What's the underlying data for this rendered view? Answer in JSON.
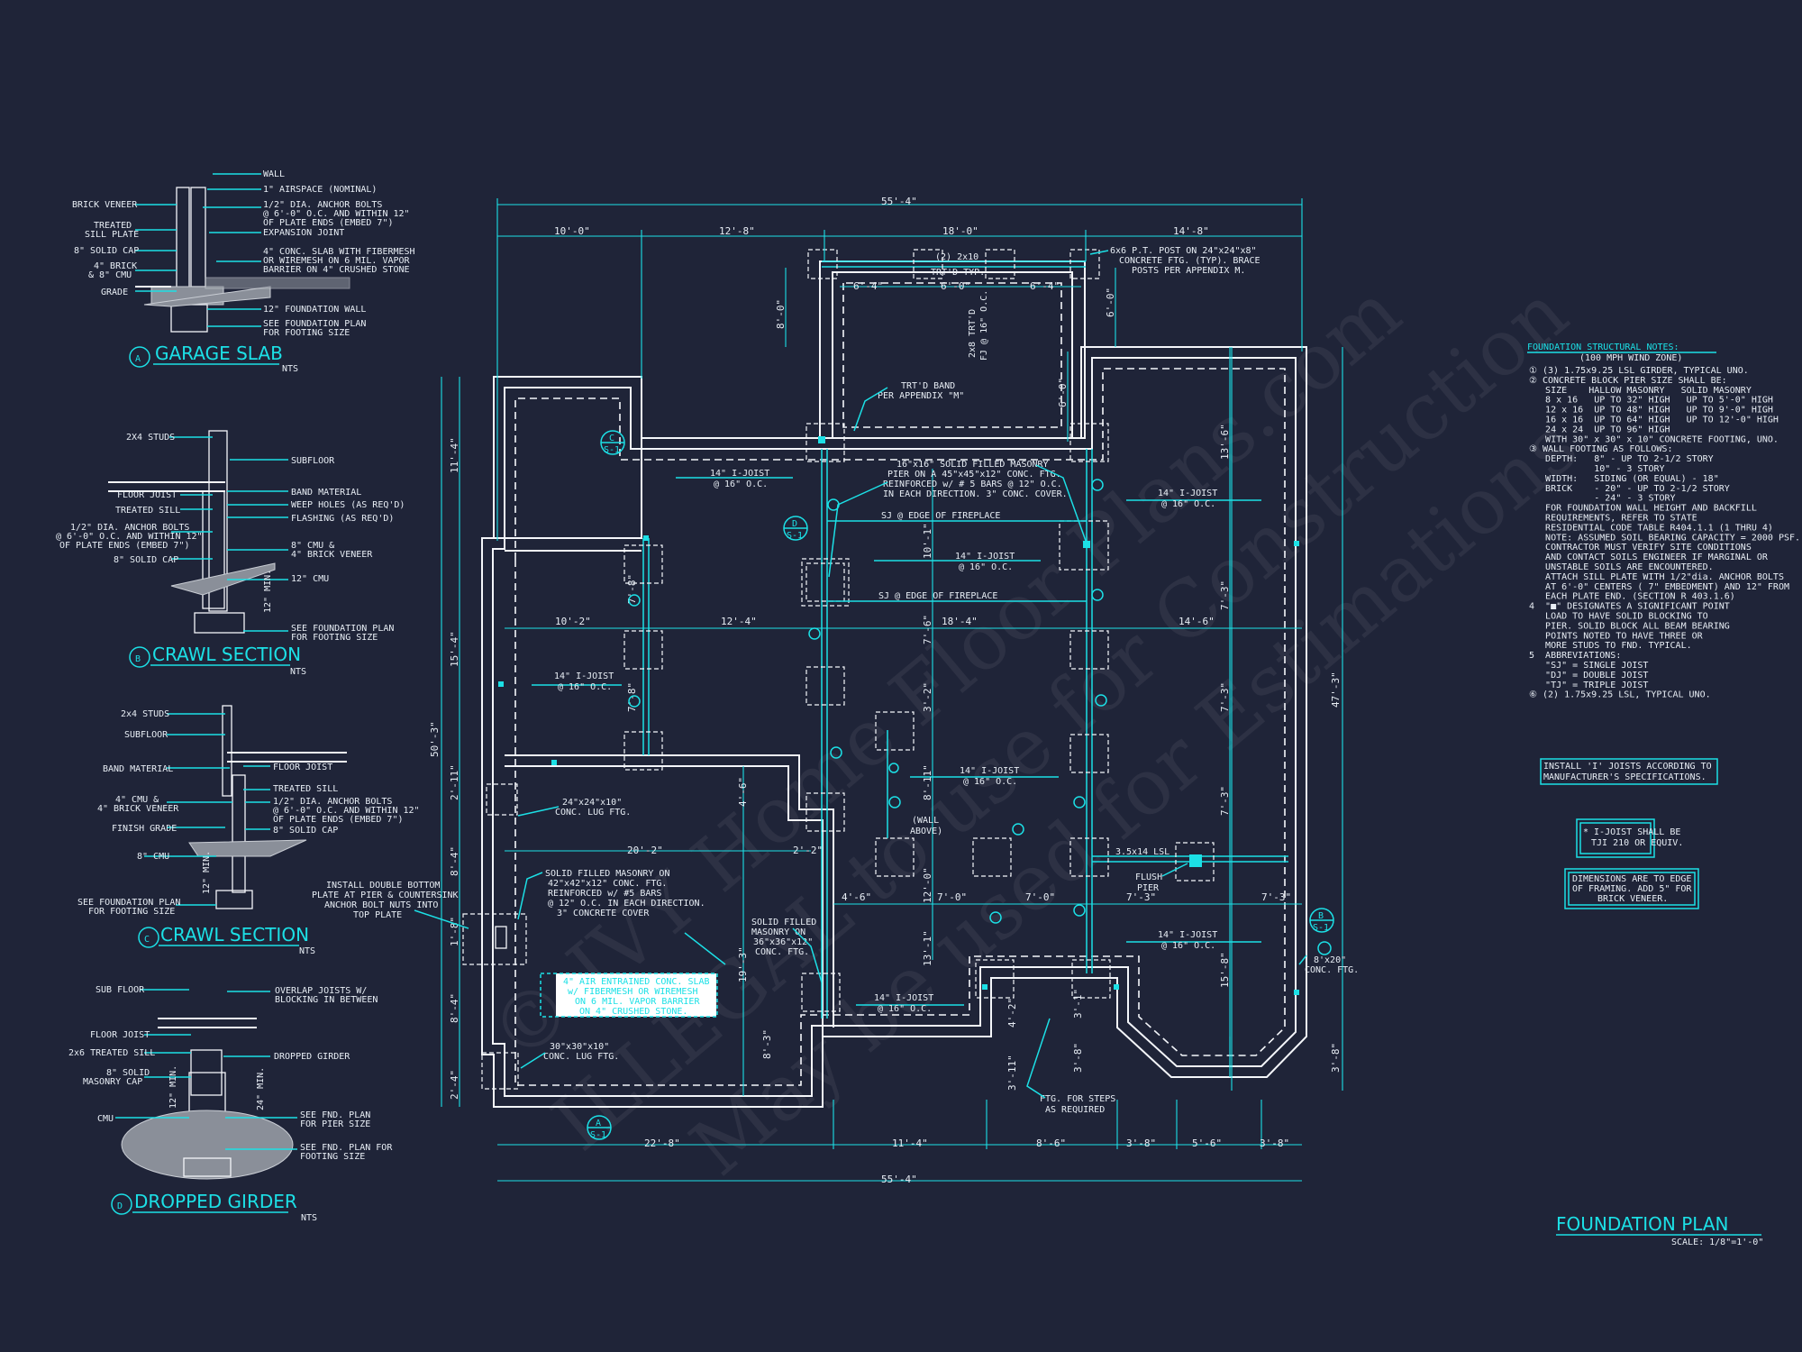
{
  "watermark": {
    "line1": "© IVY Home Floor Plans.com",
    "line2": "ILLEGAL to use for Construction",
    "line3": "May be used for Estimations"
  },
  "details": {
    "garage": {
      "marker": "A",
      "title": "GARAGE SLAB",
      "scale": "NTS",
      "labels": [
        "WALL",
        "1\" AIRSPACE (NOMINAL)",
        "1/2\" DIA. ANCHOR BOLTS",
        "@ 6'-0\" O.C. AND WITHIN 12\"",
        "OF PLATE ENDS (EMBED 7\")",
        "EXPANSION JOINT",
        "4\" CONC. SLAB WITH FIBERMESH",
        "OR WIREMESH ON 6 MIL. VAPOR",
        "BARRIER ON 4\" CRUSHED STONE",
        "12\" FOUNDATION WALL",
        "SEE FOUNDATION PLAN",
        "FOR FOOTING SIZE",
        "BRICK VENEER",
        "TREATED",
        "SILL PLATE",
        "8\" SOLID CAP",
        "4\" BRICK",
        "& 8\" CMU",
        "GRADE"
      ]
    },
    "crawlB": {
      "marker": "B",
      "title": "CRAWL SECTION",
      "scale": "NTS",
      "labels": [
        "2X4 STUDS",
        "SUBFLOOR",
        "FLOOR JOIST",
        "TREATED SILL",
        "BAND MATERIAL",
        "WEEP HOLES (AS REQ'D)",
        "FLASHING (AS REQ'D)",
        "1/2\" DIA. ANCHOR BOLTS",
        "@ 6'-0\" O.C. AND WITHIN 12\"",
        "OF PLATE ENDS (EMBED 7\")",
        "8\" SOLID CAP",
        "8\" CMU &",
        "4\" BRICK VENEER",
        "12\" CMU",
        "12\" MIN.",
        "SEE FOUNDATION PLAN",
        "FOR FOOTING SIZE"
      ]
    },
    "crawlC": {
      "marker": "C",
      "title": "CRAWL SECTION",
      "scale": "NTS",
      "labels": [
        "2x4 STUDS",
        "SUBFLOOR",
        "BAND MATERIAL",
        "FLOOR JOIST",
        "TREATED SILL",
        "1/2\" DIA. ANCHOR BOLTS",
        "@ 6'-0\" O.C. AND WITHIN 12\"",
        "OF PLATE ENDS (EMBED 7\")",
        "4\" CMU &",
        "4\" BRICK VENEER",
        "8\" SOLID CAP",
        "FINISH GRADE",
        "8\" CMU",
        "12\" MIN.",
        "SEE FOUNDATION PLAN",
        "FOR FOOTING SIZE"
      ]
    },
    "girder": {
      "marker": "D",
      "title": "DROPPED GIRDER",
      "scale": "NTS",
      "labels": [
        "SUB FLOOR",
        "OVERLAP JOISTS W/",
        "BLOCKING IN BETWEEN",
        "FLOOR JOIST",
        "2x6 TREATED SILL",
        "DROPPED GIRDER",
        "8\" SOLID",
        "MASONRY CAP",
        "CMU",
        "12\" MIN.",
        "24\" MIN.",
        "SEE FND. PLAN",
        "FOR PIER SIZE",
        "SEE FND. PLAN FOR",
        "FOOTING SIZE"
      ]
    }
  },
  "plan": {
    "overall_width": "55'-4\"",
    "overall_depth": "50'-3\"",
    "right_depth": "47'-3\"",
    "top_dims": [
      "10'-0\"",
      "12'-8\"",
      "18'-0\"",
      "14'-8\""
    ],
    "porch_dims": [
      "6'-4\"",
      "6'-0\"",
      "6'-4\""
    ],
    "bottom_dims": [
      "22'-8\"",
      "11'-4\"",
      "8'-6\"",
      "3'-8\"",
      "5'-6\"",
      "3'-8\""
    ],
    "left_dims": [
      "11'-4\"",
      "15'-4\"",
      "2'-11\"",
      "8'-4\"",
      "1'-8\"",
      "8'-4\"",
      "2'-4\""
    ],
    "right_dims": [
      "13'-6\"",
      "7'-3\"",
      "7'-3\"",
      "7'-3\"",
      "15'-8\"",
      "3'-8\""
    ],
    "inner_dims": [
      "10'-2\"",
      "12'-4\"",
      "18'-4\"",
      "14'-6\"",
      "20'-2\"",
      "2'-2\"",
      "4'-6\"",
      "7'-0\"",
      "7'-0\"",
      "7'-3\"",
      "7'-3\""
    ],
    "vert_inner_dims": [
      "8'-0\"",
      "6'-0\"",
      "6'-0\"",
      "7'-8\"",
      "7'-8\"",
      "10'-1\"",
      "7'-6\"",
      "3'-2\"",
      "8'-11\"",
      "12'-0\"",
      "13'-1\"",
      "4'-6\"",
      "19'-3\"",
      "8'-3\"",
      "4'-2\"",
      "3'-11\"",
      "3'-1\"",
      "3'-8\""
    ],
    "notes": {
      "beam": "(2) 2x10",
      "beam2": "TRT'D TYP.",
      "post1": "6x6 P.T. POST ON 24\"x24\"x8\"",
      "post2": "CONCRETE FTG. (TYP). BRACE",
      "post3": "POSTS PER APPENDIX M.",
      "band1": "TRT'D BAND",
      "band2": "PER APPENDIX \"M\"",
      "trtd": "2x8 TRT'D",
      "trtd2": "FJ @ 16\" O.C.",
      "joist": "14\" I-JOIST",
      "oc": "@ 16\" O.C.",
      "pier1": "16\"x16\" SOLID FILLED MASONRY",
      "pier2": "PIER ON A 45\"x45\"x12\" CONC. FTG.",
      "pier3": "REINFORCED w/ # 5 BARS @ 12\" O.C.",
      "pier4": "IN EACH DIRECTION. 3\" CONC. COVER.",
      "fireplace": "SJ @ EDGE OF FIREPLACE",
      "lug1": "24\"x24\"x10\"",
      "lug2": "CONC. LUG FTG.",
      "lug3": "30\"x30\"x10\"",
      "install1": "INSTALL DOUBLE BOTTOM",
      "install2": "PLATE AT PIER & COUNTERSINK",
      "install3": "ANCHOR BOLT NUTS INTO",
      "install4": "TOP PLATE",
      "solid1": "SOLID FILLED MASONRY ON",
      "solid2": "42\"x42\"x12\" CONC. FTG.",
      "solid3": "REINFORCED w/ #5 BARS",
      "solid4": "@ 12\" O.C. IN EACH DIRECTION.",
      "solid5": "3\" CONCRETE COVER",
      "solidb1": "SOLID FILLED",
      "solidb2": "MASONRY ON",
      "solidb3": "36\"x36\"x12\"",
      "solidb4": "CONC. FTG.",
      "slab1": "4\" AIR ENTRAINED CONC. SLAB",
      "slab2": "w/ FIBERMESH OR WIREMESH",
      "slab3": "ON 6 MIL. VAPOR BARRIER",
      "slab4": "ON 4\" CRUSHED STONE.",
      "wall1": "(WALL",
      "wall2": "ABOVE)",
      "lsl": "3.5x14 LSL",
      "flush1": "FLUSH",
      "flush2": "PIER",
      "steps1": "FTG. FOR STEPS",
      "steps2": "AS REQUIRED",
      "ftg1": "8'x20\"",
      "ftg2": "CONC. FTG."
    }
  },
  "structural_notes": {
    "title": "FOUNDATION STRUCTURAL NOTES:",
    "subtitle": "(100 MPH WIND ZONE)",
    "lines": [
      "① (3) 1.75x9.25 LSL GIRDER, TYPICAL UNO.",
      "② CONCRETE BLOCK PIER SIZE SHALL BE:",
      "   SIZE    HALLOW MASONRY   SOLID MASONRY",
      "   8 x 16   UP TO 32\" HIGH   UP TO 5'-0\" HIGH",
      "   12 x 16  UP TO 48\" HIGH   UP TO 9'-0\" HIGH",
      "   16 x 16  UP TO 64\" HIGH   UP TO 12'-0\" HIGH",
      "   24 x 24  UP TO 96\" HIGH",
      "   WITH 30\" x 30\" x 10\" CONCRETE FOOTING, UNO.",
      "③ WALL FOOTING AS FOLLOWS:",
      "   DEPTH:   8\" - UP TO 2-1/2 STORY",
      "            10\" - 3 STORY",
      "   WIDTH:   SIDING (OR EQUAL) - 18\"",
      "   BRICK    - 20\" - UP TO 2-1/2 STORY",
      "            - 24\" - 3 STORY",
      "   FOR FOUNDATION WALL HEIGHT AND BACKFILL",
      "   REQUIREMENTS, REFER TO STATE",
      "   RESIDENTIAL CODE TABLE R404.1.1 (1 THRU 4)",
      "   NOTE: ASSUMED SOIL BEARING CAPACITY = 2000 PSF.",
      "   CONTRACTOR MUST VERIFY SITE CONDITIONS",
      "   AND CONTACT SOILS ENGINEER IF MARGINAL OR",
      "   UNSTABLE SOILS ARE ENCOUNTERED.",
      "   ATTACH SILL PLATE WITH 1/2\"dia. ANCHOR BOLTS",
      "   AT 6'-0\" CENTERS ( 7\" EMBEDMENT) AND 12\" FROM",
      "   EACH PLATE END. (SECTION R 403.1.6)",
      "4  \"■\" DESIGNATES A SIGNIFICANT POINT",
      "   LOAD TO HAVE SOLID BLOCKING TO",
      "   PIER. SOLID BLOCK ALL BEAM BEARING",
      "   POINTS NOTED TO HAVE THREE OR",
      "   MORE STUDS TO FND. TYPICAL.",
      "5  ABBREVIATIONS:",
      "   \"SJ\" = SINGLE JOIST",
      "   \"DJ\" = DOUBLE JOIST",
      "   \"TJ\" = TRIPLE JOIST",
      "⑥ (2) 1.75x9.25 LSL, TYPICAL UNO."
    ],
    "box1": [
      "INSTALL 'I' JOISTS ACCORDING TO",
      "MANUFACTURER'S SPECIFICATIONS."
    ],
    "box2": [
      "* I-JOIST SHALL BE",
      "TJI 210 OR EQUIV."
    ],
    "box3": [
      "DIMENSIONS ARE TO EDGE",
      "OF FRAMING. ADD 5\" FOR",
      "BRICK VENEER."
    ]
  },
  "title_block": {
    "title": "FOUNDATION PLAN",
    "scale": "SCALE: 1/8\"=1'-0\""
  },
  "section_markers": [
    {
      "letter": "C",
      "sheet": "S-1"
    },
    {
      "letter": "D",
      "sheet": "S-1"
    },
    {
      "letter": "B",
      "sheet": "S-1"
    },
    {
      "letter": "A",
      "sheet": "S-1"
    }
  ]
}
